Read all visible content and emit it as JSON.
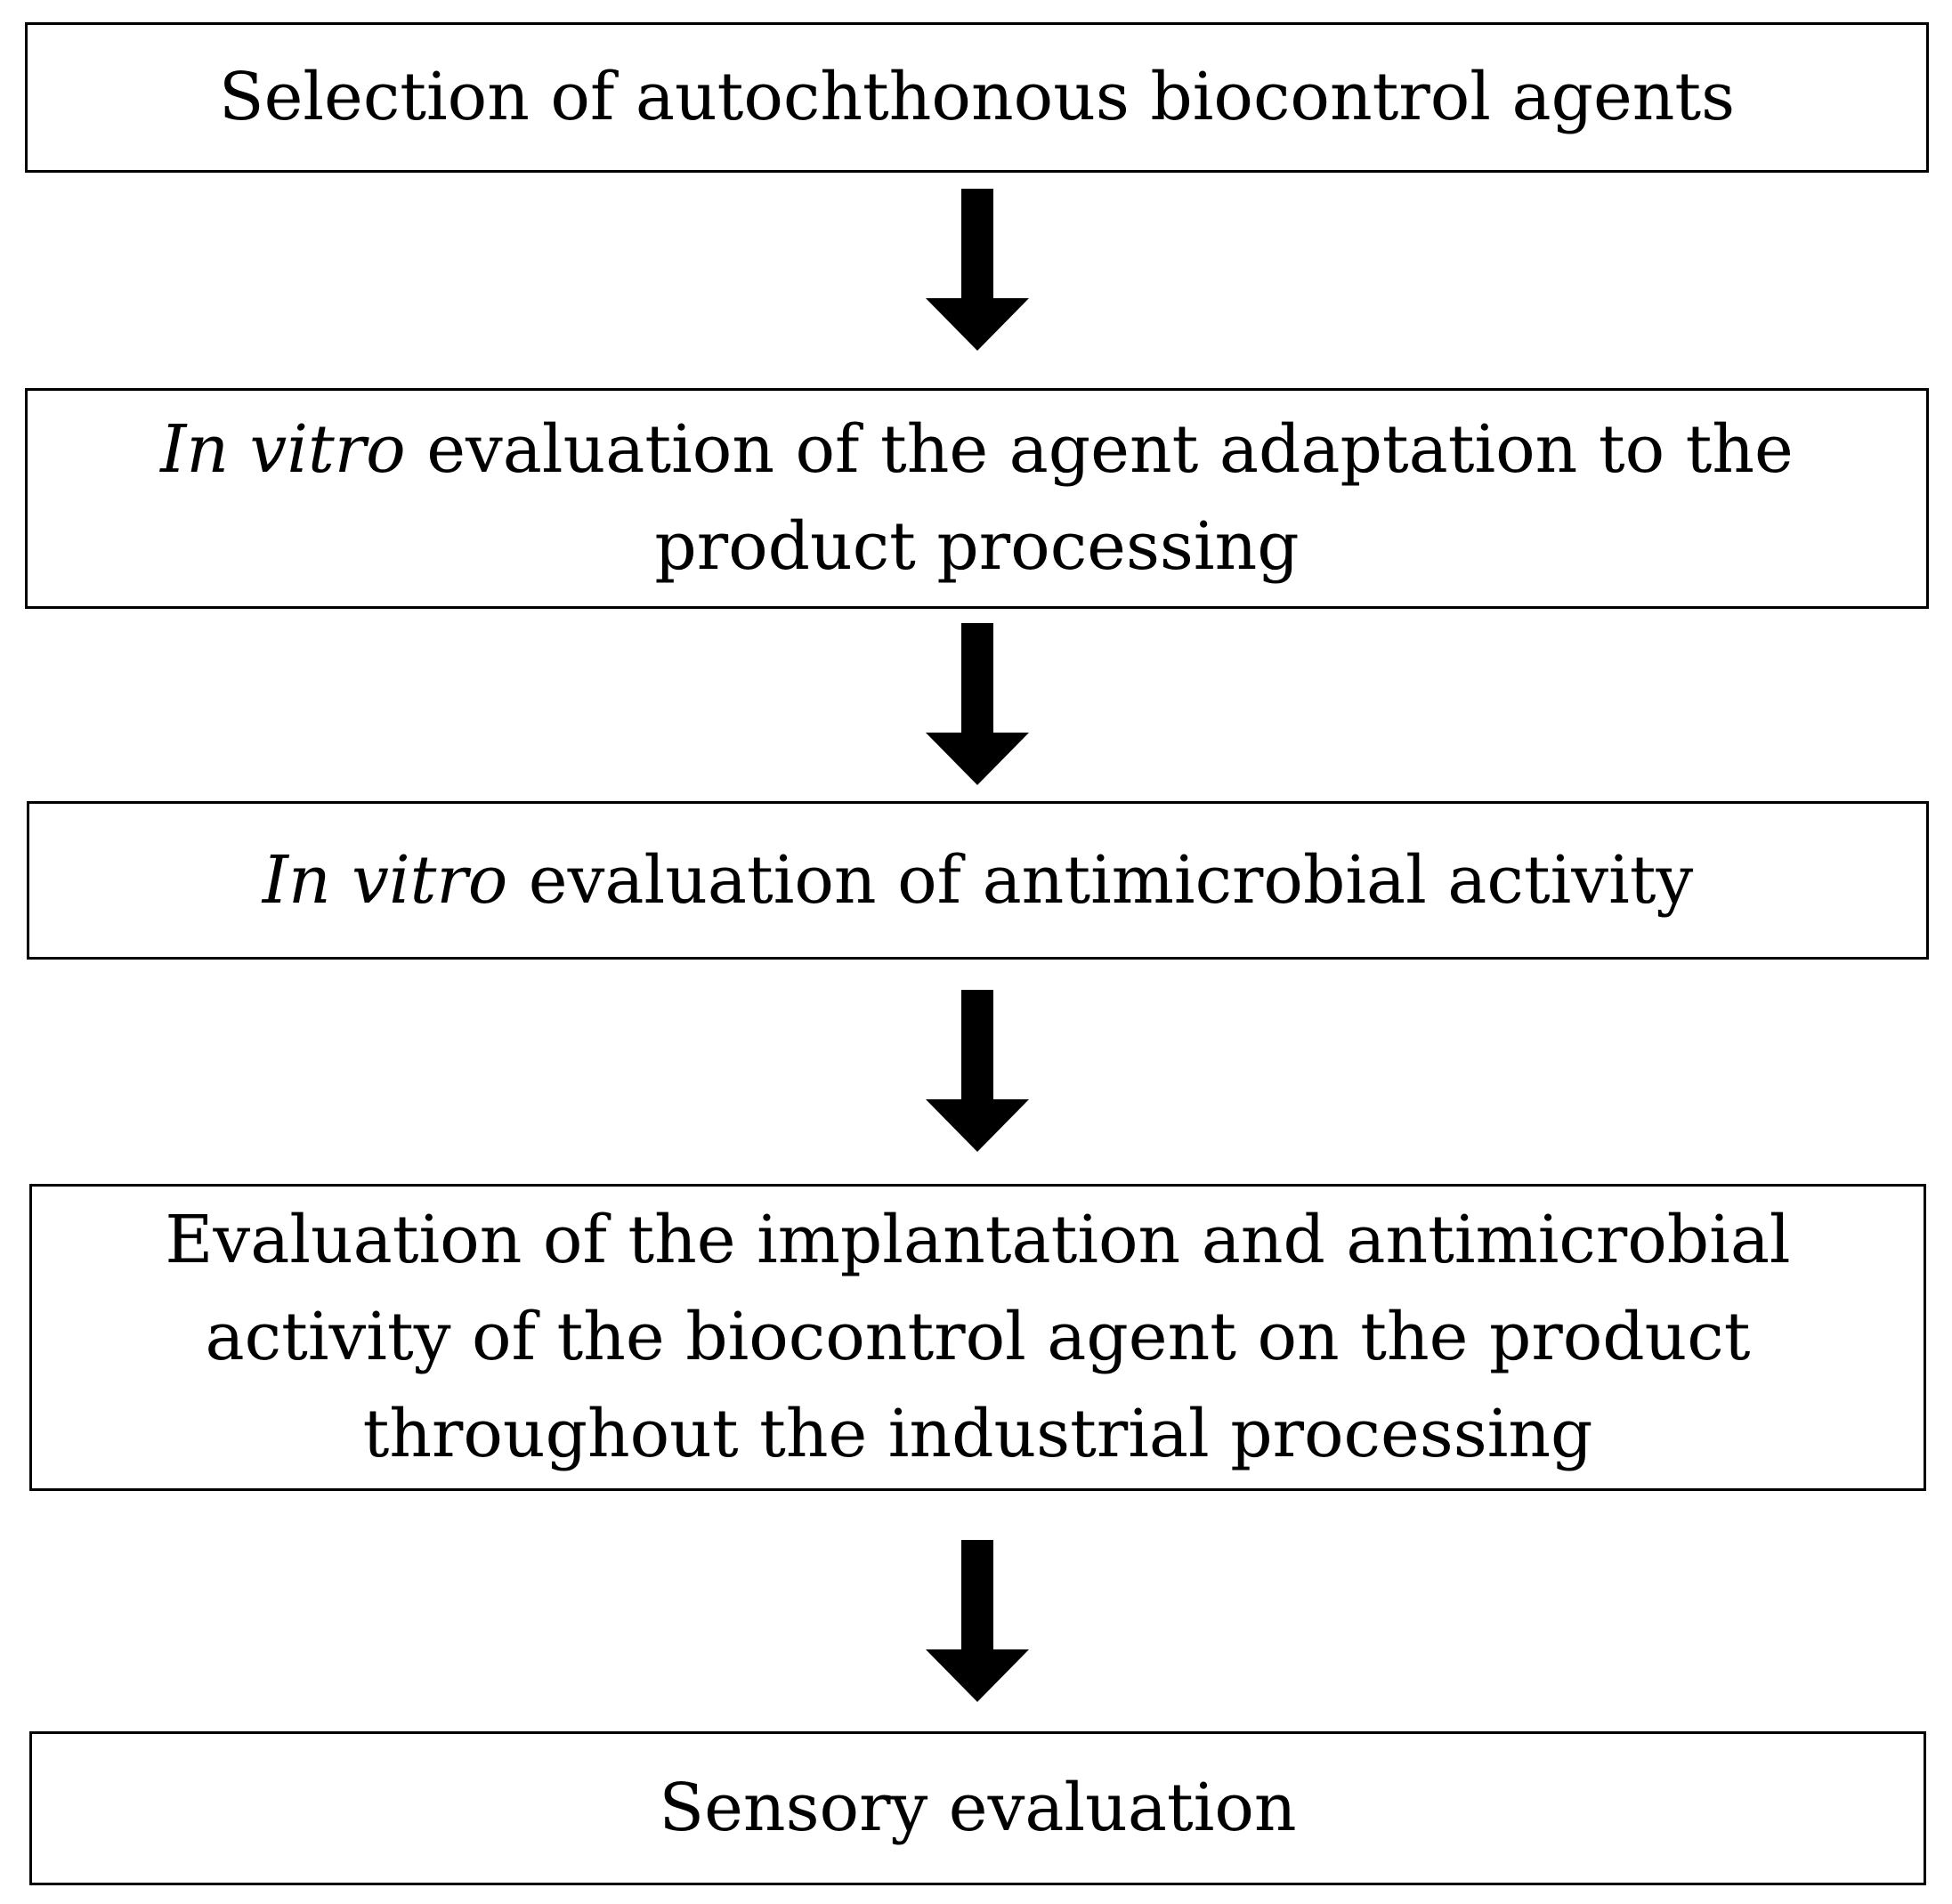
{
  "steps": [
    {
      "id": "step-1",
      "prefix_italic": "",
      "text": "Selection of autochthonous biocontrol agents"
    },
    {
      "id": "step-2",
      "prefix_italic": "In vitro",
      "text": " evaluation of the agent adaptation  to the product processing"
    },
    {
      "id": "step-3",
      "prefix_italic": "In vitro",
      "text": " evaluation of antimicrobial activity"
    },
    {
      "id": "step-4",
      "prefix_italic": "",
      "text": "Evaluation of the implantation and antimicrobial activity of the biocontrol agent on the product throughout the industrial processing"
    },
    {
      "id": "step-5",
      "prefix_italic": "",
      "text": "Sensory evaluation"
    }
  ],
  "colors": {
    "border": "#000000",
    "arrow": "#000000",
    "background": "#ffffff"
  }
}
